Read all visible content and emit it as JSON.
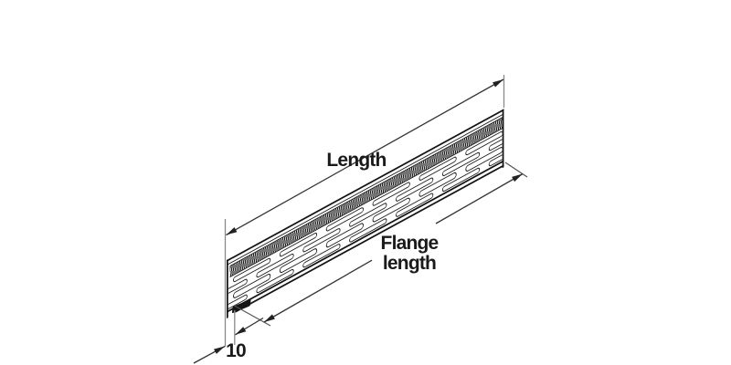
{
  "labels": {
    "length": "Length",
    "flange_length_line1": "Flange",
    "flange_length_line2": "length",
    "flange_inset": "10"
  },
  "colors": {
    "background": "#ffffff",
    "outline": "#151515",
    "dimension_line": "#3a3a3a",
    "extension_line": "#8a8a8a",
    "text": "#1a1a1a"
  }
}
